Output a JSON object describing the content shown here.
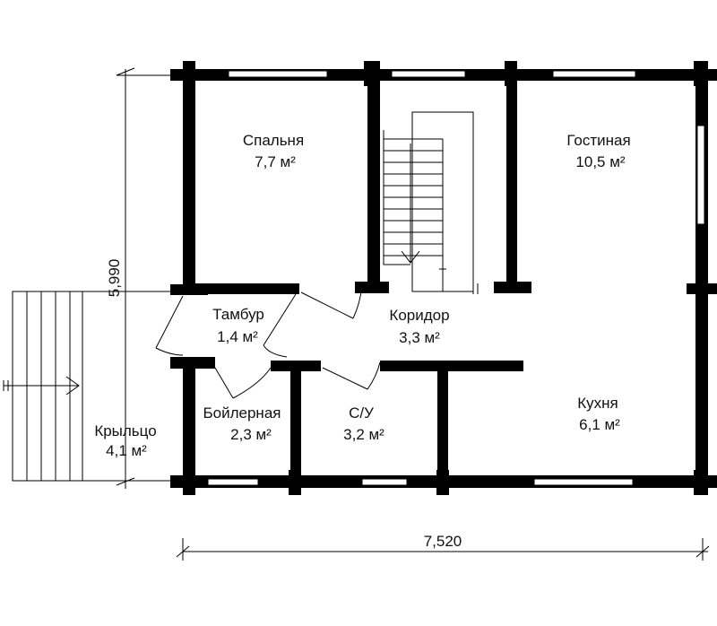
{
  "rooms": {
    "bedroom": {
      "name": "Спальня",
      "area": "7,7 м²"
    },
    "living": {
      "name": "Гостиная",
      "area": "10,5 м²"
    },
    "vestibule": {
      "name": "Тамбур",
      "area": "1,4 м²"
    },
    "corridor": {
      "name": "Коридор",
      "area": "3,3 м²"
    },
    "boiler": {
      "name": "Бойлерная",
      "area": "2,3 м²"
    },
    "bathroom": {
      "name": "С/У",
      "area": "3,2 м²"
    },
    "kitchen": {
      "name": "Кухня",
      "area": "6,1 м²"
    },
    "porch": {
      "name": "Крыльцо",
      "area": "4,1 м²"
    }
  },
  "dimensions": {
    "width": "7,520",
    "height": "5,990"
  },
  "colors": {
    "wall": "#000000",
    "background": "#ffffff"
  }
}
